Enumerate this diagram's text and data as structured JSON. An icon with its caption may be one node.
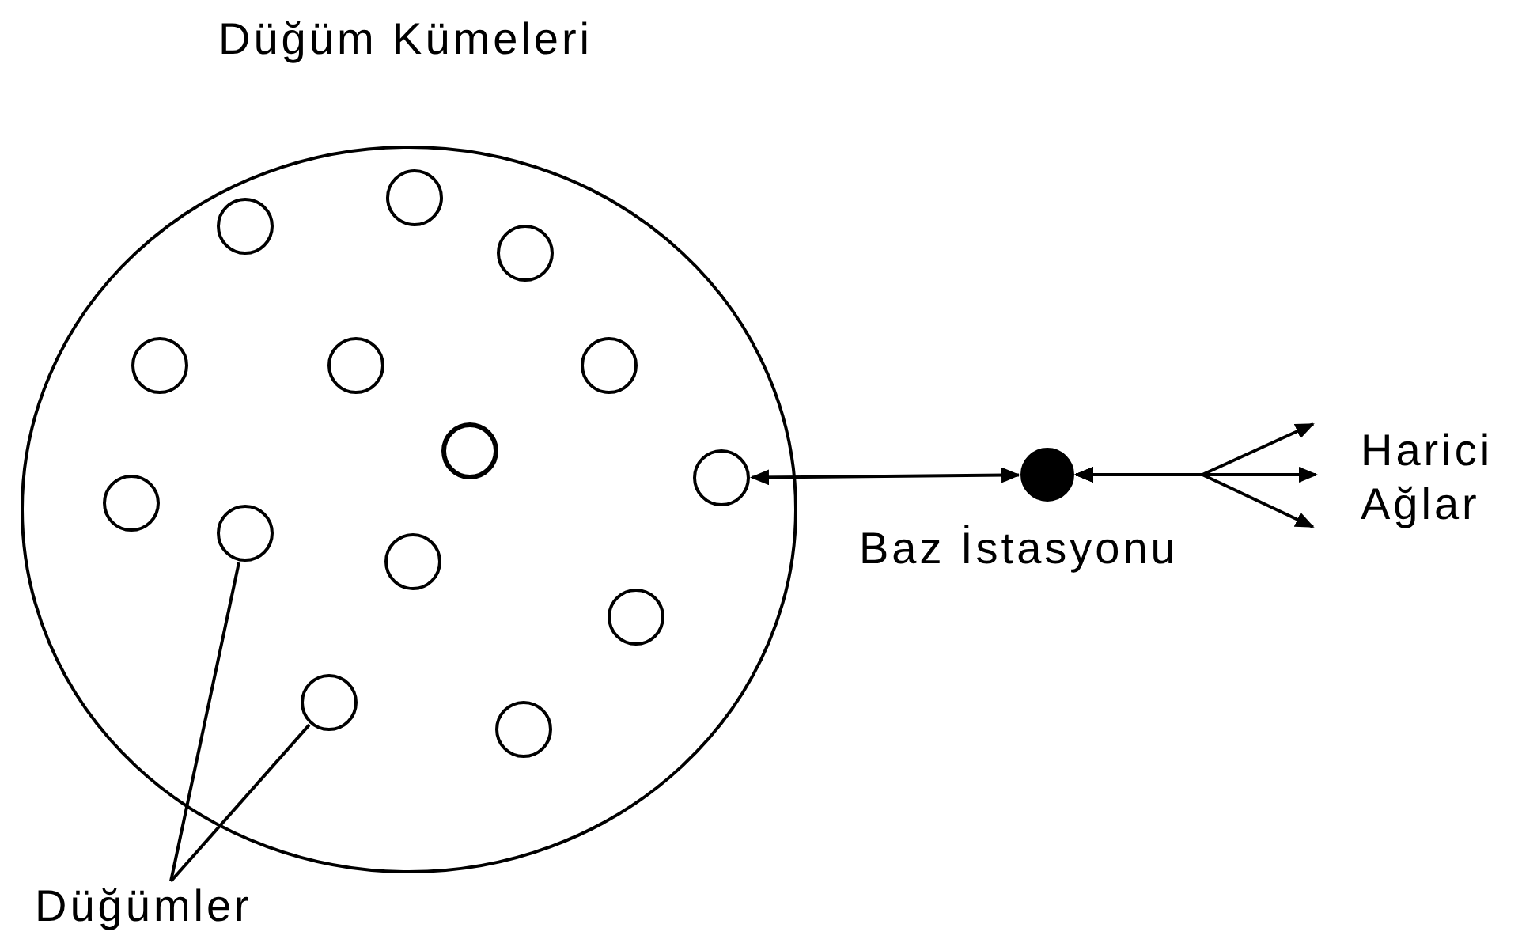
{
  "diagram": {
    "nodes": [
      {
        "text": [
          "Düğüm Kümeleri"
        ]
      },
      {
        "text": [],
        "shape": "circle",
        "in": 0
      },
      {
        "text": [],
        "shape": "circle",
        "in": 0
      },
      {
        "text": [],
        "shape": "circle",
        "in": 0
      },
      {
        "text": [],
        "shape": "circle",
        "in": 0
      },
      {
        "text": [],
        "shape": "circle",
        "in": 0
      },
      {
        "text": [],
        "shape": "circle",
        "in": 0
      },
      {
        "text": [],
        "shape": "circle",
        "in": 0
      },
      {
        "text": [],
        "shape": "circle",
        "in": 0
      },
      {
        "text": [],
        "shape": "circle",
        "in": 0
      },
      {
        "text": [],
        "shape": "circle",
        "in": 0
      },
      {
        "text": [],
        "shape": "circle",
        "in": 0
      },
      {
        "text": [],
        "shape": "circle",
        "in": 0
      },
      {
        "text": [],
        "shape": "circle",
        "in": 0
      },
      {
        "text": [],
        "shape": "circle",
        "in": 0
      },
      {
        "text": [],
        "shape": "circle",
        "beside": [
          "Baz İstasyonu"
        ]
      },
      {
        "text": [
          "Harici Ağlar"
        ]
      },
      {
        "text": [
          "Düğümler"
        ]
      }
    ],
    "edges": [
      {
        "from": 8,
        "to": 15,
        "arrow": "both"
      },
      {
        "from": 15,
        "to": 16,
        "arrow": "both"
      },
      {
        "from": 15,
        "to": 16,
        "arrow": "both"
      },
      {
        "from": 15,
        "to": 16,
        "arrow": "both"
      },
      {
        "from": 17,
        "to": 10,
        "arrow": "none"
      },
      {
        "from": 17,
        "to": 13,
        "arrow": "none"
      }
    ]
  }
}
